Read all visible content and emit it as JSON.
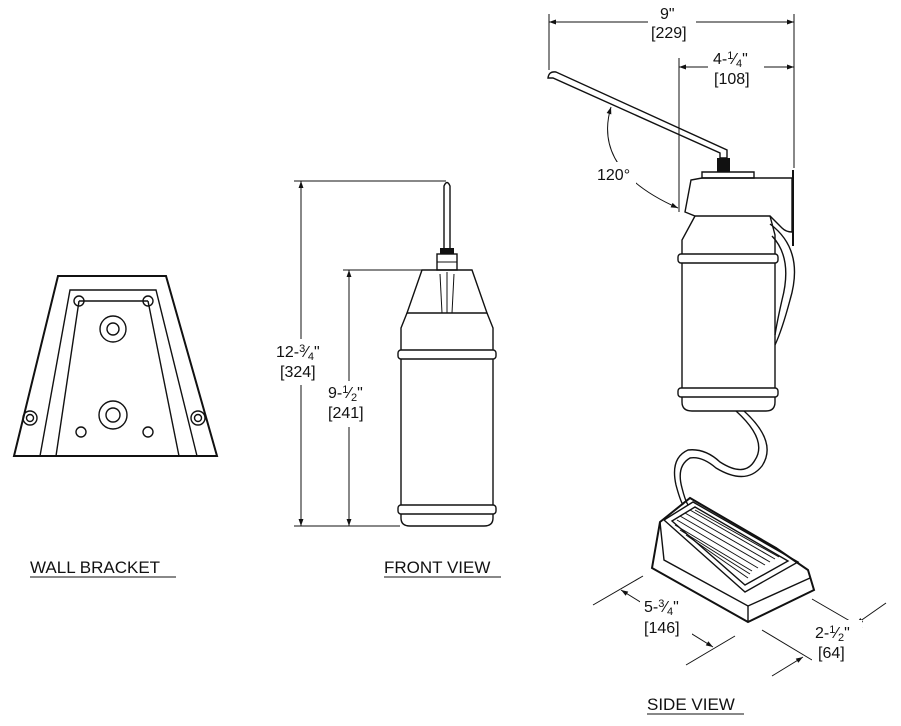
{
  "views": {
    "wall_bracket": {
      "caption": "WALL BRACKET"
    },
    "front_view": {
      "caption": "FRONT VIEW",
      "overall_height": {
        "imperial_whole": "12-",
        "imperial_num": "3",
        "imperial_den": "4",
        "imperial_unit": "\"",
        "metric": "[324]"
      },
      "bottle_height": {
        "imperial_whole": "9-",
        "imperial_num": "1",
        "imperial_den": "2",
        "imperial_unit": "\"",
        "metric": "[241]"
      }
    },
    "side_view": {
      "caption": "SIDE VIEW",
      "overall_width": {
        "imperial": "9\"",
        "metric": "[229]"
      },
      "base_width": {
        "imperial_whole": "4-",
        "imperial_num": "1",
        "imperial_den": "4",
        "imperial_unit": "\"",
        "metric": "[108]"
      },
      "angle": "120°",
      "pedal_length": {
        "imperial_whole": "5-",
        "imperial_num": "3",
        "imperial_den": "4",
        "imperial_unit": "\"",
        "metric": "[146]"
      },
      "pedal_height": {
        "imperial_whole": "2-",
        "imperial_num": "1",
        "imperial_den": "2",
        "imperial_unit": "\"",
        "metric": "[64]"
      }
    }
  }
}
